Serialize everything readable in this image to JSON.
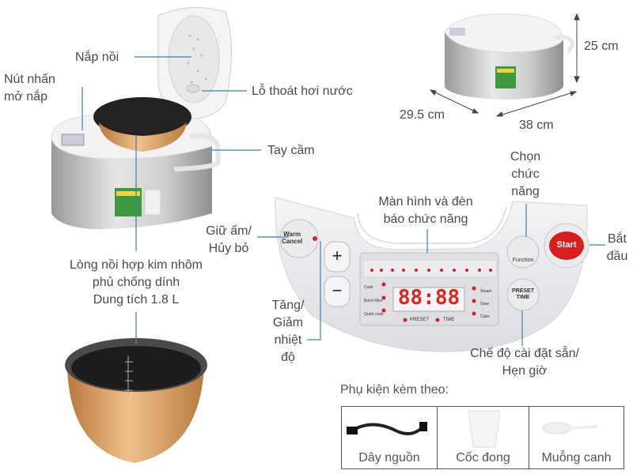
{
  "labels": {
    "lid": "Nắp nồi",
    "open_button": [
      "Nút nhấn",
      "mở nắp"
    ],
    "steam_vent": "Lỗ thoát hơi nước",
    "handle": "Tay cầm",
    "inner_pot": [
      "Lòng nồi hợp kim nhôm",
      "phủ chống dính",
      "Dung tích 1.8 L"
    ],
    "display": [
      "Màn hình và đèn",
      "báo chức năng"
    ],
    "keep_warm": [
      "Giữ ấm/",
      "Hủy bỏ"
    ],
    "plus_minus": [
      "Tăng/",
      "Giảm",
      "nhiệt",
      "độ"
    ],
    "function": [
      "Chọn",
      "chức",
      "năng"
    ],
    "start": [
      "Bắt",
      "đầu"
    ],
    "preset": [
      "Chế độ cài đặt sẵn/",
      "Hẹn giờ"
    ]
  },
  "dimensions": {
    "height": "25 cm",
    "depth": "29.5 cm",
    "width": "38 cm"
  },
  "panel": {
    "warm_button": [
      "Warm",
      "Cancel"
    ],
    "function_button": "Function",
    "preset_button": [
      "PRESET",
      "TIME"
    ],
    "start_button": "Start",
    "display_value": "88:88",
    "led_left": [
      "Cook",
      "Burnt Rice",
      "Quick cook"
    ],
    "led_right": [
      "Steam",
      "Stew",
      "Cake"
    ],
    "led_bottom": [
      "PRESET",
      "TIME"
    ],
    "plus": "+",
    "minus": "−"
  },
  "accessories": {
    "title": "Phụ kiện kèm theo:",
    "items": [
      "Dây nguồn",
      "Cốc đong",
      "Muỗng canh"
    ]
  },
  "colors": {
    "accent_red": "#d81e1e",
    "pot_gold": "#d9a066",
    "display_red": "#e0241a",
    "line": "#3a7fb5"
  }
}
